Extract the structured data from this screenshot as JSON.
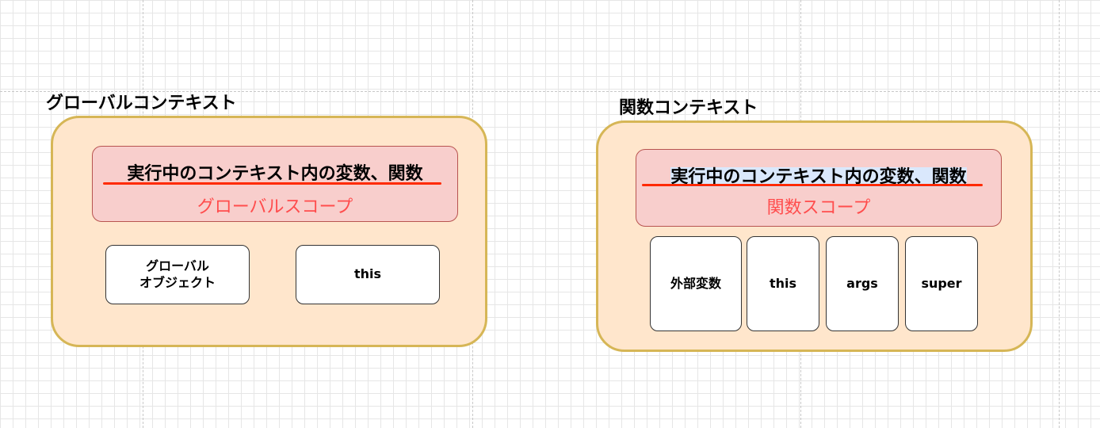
{
  "global_context": {
    "title": "グローバルコンテキスト",
    "scope_heading": "実行中のコンテキスト内の変数、関数",
    "scope_name": "グローバルスコープ",
    "items": [
      {
        "line1": "グローバル",
        "line2": "オブジェクト"
      },
      {
        "line1": "this"
      }
    ]
  },
  "function_context": {
    "title": "関数コンテキスト",
    "scope_heading": "実行中のコンテキスト内の変数、関数",
    "scope_name": "関数スコープ",
    "items": [
      {
        "label": "外部変数"
      },
      {
        "label": "this"
      },
      {
        "label": "args"
      },
      {
        "label": "super"
      }
    ]
  },
  "colors": {
    "context_fill": "#ffe6cc",
    "context_border": "#d6b656",
    "scope_fill": "#f8cecc",
    "scope_border": "#b85450",
    "scope_name_text": "#ff4d4d",
    "underline": "#ff2a00",
    "heading_highlight": "#dae8fc"
  }
}
